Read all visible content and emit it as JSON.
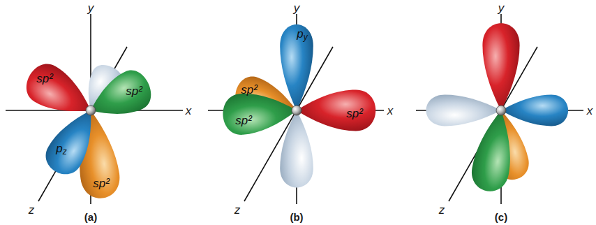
{
  "diagram": {
    "labels": [
      "y",
      "x",
      "z",
      "sp²",
      "sp²",
      "pz",
      "sp²",
      "(a)",
      "y",
      "x",
      "z",
      "py",
      "sp²",
      "sp²",
      "sp²",
      "(b)",
      "y",
      "x",
      "z",
      "(c)"
    ]
  }
}
